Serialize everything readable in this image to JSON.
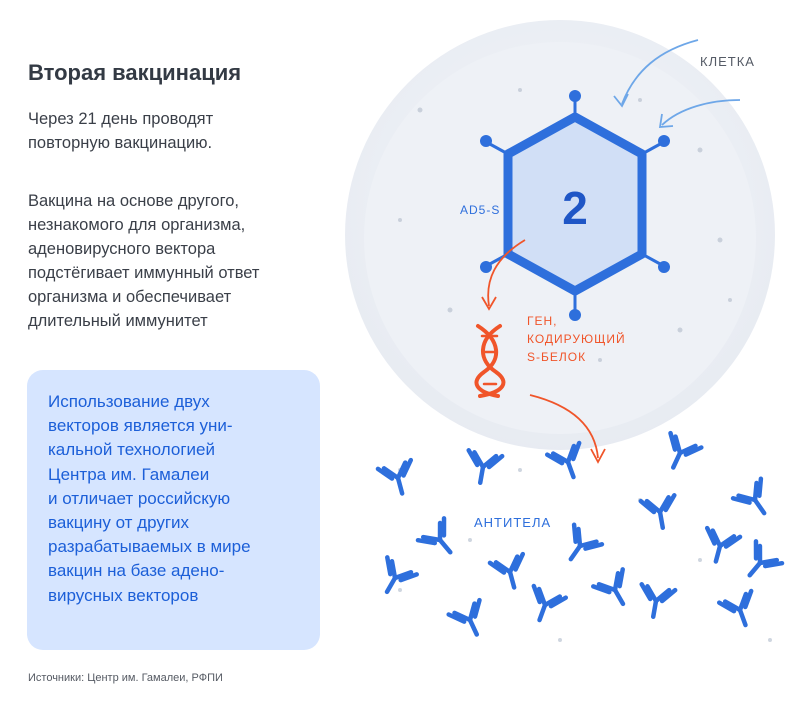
{
  "title": "Вторая вакцинация",
  "paragraph1": "Через 21 день проводят\nповторную вакцинацию.",
  "paragraph2": "Вакцина на основе другого,\nнезнакомого для организма,\nаденовирусного вектора\nподстёгивает иммунный ответ\nорганизма и обеспечивает\nдлительный иммунитет",
  "callout": "Использование двух\nвекторов является уни-\nкальной технологией\nЦентра им. Гамалеи\nи отличает российскую\nвакцину от других\nразрабатываемых в мире\nвакцин на базе адено-\nвирусных векторов",
  "sources": "Источники: Центр им. Гамалеи, РФПИ",
  "labels": {
    "cell": "КЛЕТКА",
    "vector": "AD5-S",
    "vector_number": "2",
    "gene_line1": "ГЕН,",
    "gene_line2": "КОДИРУЮЩИЙ",
    "gene_line3": "S-БЕЛОК",
    "antibodies": "АНТИТЕЛА"
  },
  "colors": {
    "blue": "#2e6fdc",
    "blue_dark": "#1f56c6",
    "orange": "#f0552a",
    "callout_bg": "#d6e5ff",
    "cell_fill": "#eef1f6",
    "arrow_light": "#6ea7e8"
  },
  "icons": [
    "virus-hexagon-icon",
    "dna-helix-icon",
    "antibody-icon"
  ]
}
